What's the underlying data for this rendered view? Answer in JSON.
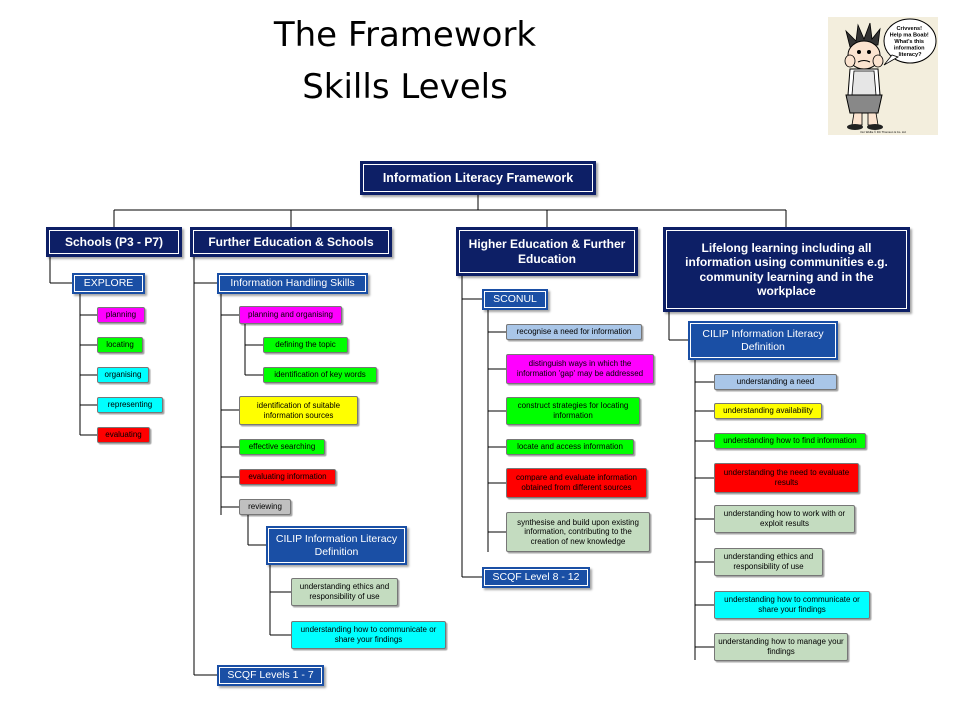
{
  "title": {
    "line1": "The Framework",
    "line2": "Skills Levels"
  },
  "colors": {
    "header_fill": "#0d1f66",
    "sub_header_fill": "#1a4fa5",
    "magenta": "#ff00ff",
    "green": "#00ff00",
    "cyan": "#00ffff",
    "red": "#ff0000",
    "yellow": "#ffff00",
    "light_blue": "#a9c6e8",
    "sage": "#c4dcc0",
    "grey": "#c0c0c0"
  },
  "cartoon": {
    "speech": [
      "Crivvens!",
      "Help ma Boab!",
      "What's this",
      "information",
      "literacy?"
    ],
    "credit": "Oor Wullie © DC Thomson & Co. Ltd"
  },
  "root": "Information Literacy Framework",
  "columns": [
    {
      "header": "Schools (P3 - P7)",
      "sub": "EXPLORE",
      "skills": [
        "planning",
        "locating",
        "organising",
        "representing",
        "evaluating"
      ]
    },
    {
      "header": "Further Education & Schools",
      "sub": "Information Handling Skills",
      "skills": [
        "planning and organising",
        "defining the topic",
        "identification of key words",
        "identification of suitable information sources",
        "effective searching",
        "evaluating information",
        "reviewing"
      ],
      "cilip": "CILIP Information Literacy Definition",
      "cilip_skills": [
        "understanding ethics and responsibility of use",
        "understanding how to communicate or share your findings"
      ],
      "scqf": "SCQF Levels 1 - 7"
    },
    {
      "header": "Higher Education & Further Education",
      "sub": "SCONUL",
      "skills": [
        "recognise a need for information",
        "distinguish ways in which the information 'gap' may be addressed",
        "construct strategies for locating information",
        "locate and access information",
        "compare and evaluate information obtained from different sources",
        "synthesise and build upon existing information, contributing to the creation of new knowledge"
      ],
      "scqf": "SCQF Level 8 - 12"
    },
    {
      "header": "Lifelong learning including all information using communities e.g. community learning and in the workplace",
      "sub": "CILIP Information Literacy Definition",
      "skills": [
        "understanding a need",
        "understanding availability",
        "understanding how to find information",
        "understanding the need to evaluate results",
        "understanding how to work with or exploit results",
        "understanding ethics and responsibility of use",
        "understanding how to communicate or share your findings",
        "understanding how to manage your findings"
      ]
    }
  ]
}
